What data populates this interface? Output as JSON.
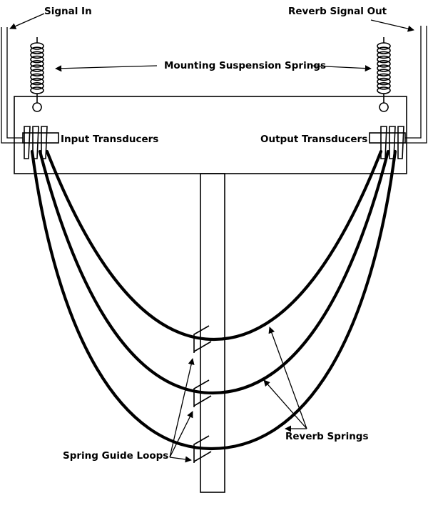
{
  "labels": {
    "signal_in": "Signal In",
    "reverb_signal_out": "Reverb Signal Out",
    "mounting_springs": "Mounting Suspension Springs",
    "input_transducers": "Input Transducers",
    "output_transducers": "Output Transducers",
    "reverb_springs": "Reverb Springs",
    "spring_guide_loops": "Spring Guide Loops"
  },
  "colors": {
    "line": "#000000",
    "background": "#ffffff"
  }
}
